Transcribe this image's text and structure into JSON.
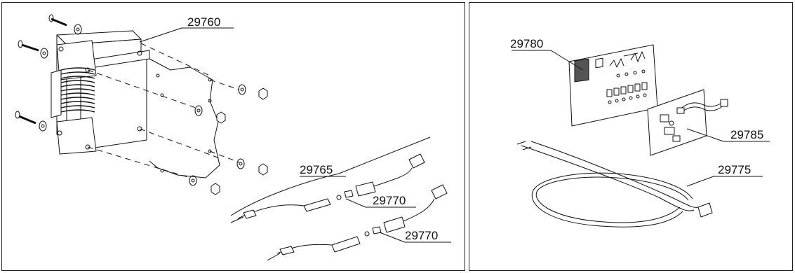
{
  "left_panel": {
    "transformer_label": "29760",
    "harness_label": "29765",
    "fuse_label_1": "29770",
    "fuse_label_2": "29770"
  },
  "right_panel": {
    "board_label": "29780",
    "relay_board_label": "29785",
    "cable_label": "29775"
  }
}
